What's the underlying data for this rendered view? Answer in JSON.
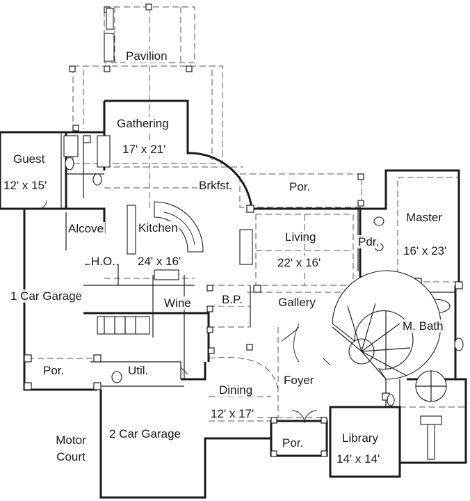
{
  "rooms": [
    {
      "key": "pavilion",
      "label": "Pavilion"
    },
    {
      "key": "gathering",
      "label": "Gathering",
      "size": "17' x 21'"
    },
    {
      "key": "guest",
      "label": "Guest",
      "size": "12' x 15'"
    },
    {
      "key": "breakfast",
      "label": "Brkfst."
    },
    {
      "key": "porch_top",
      "label": "Por."
    },
    {
      "key": "master",
      "label": "Master",
      "size": "16' x 23'"
    },
    {
      "key": "alcove",
      "label": "Alcove"
    },
    {
      "key": "kitchen",
      "label": "Kitchen",
      "size": "24' x 16'"
    },
    {
      "key": "living",
      "label": "Living",
      "size": "22' x 16'"
    },
    {
      "key": "powder",
      "label": "Pdr."
    },
    {
      "key": "home_office",
      "label": "H.O."
    },
    {
      "key": "garage_one",
      "label": "1 Car Garage"
    },
    {
      "key": "wine",
      "label": "Wine"
    },
    {
      "key": "butler_pantry",
      "label": "B.P."
    },
    {
      "key": "gallery",
      "label": "Gallery"
    },
    {
      "key": "master_bath",
      "label": "M. Bath"
    },
    {
      "key": "porch_left",
      "label": "Por."
    },
    {
      "key": "utility",
      "label": "Util."
    },
    {
      "key": "foyer",
      "label": "Foyer"
    },
    {
      "key": "dining",
      "label": "Dining",
      "size": "12' x 17'"
    },
    {
      "key": "motor_court",
      "label": "Motor Court"
    },
    {
      "key": "garage_two",
      "label": "2 Car Garage"
    },
    {
      "key": "porch_front",
      "label": "Por."
    },
    {
      "key": "library",
      "label": "Library",
      "size": "14' x 14'"
    }
  ]
}
